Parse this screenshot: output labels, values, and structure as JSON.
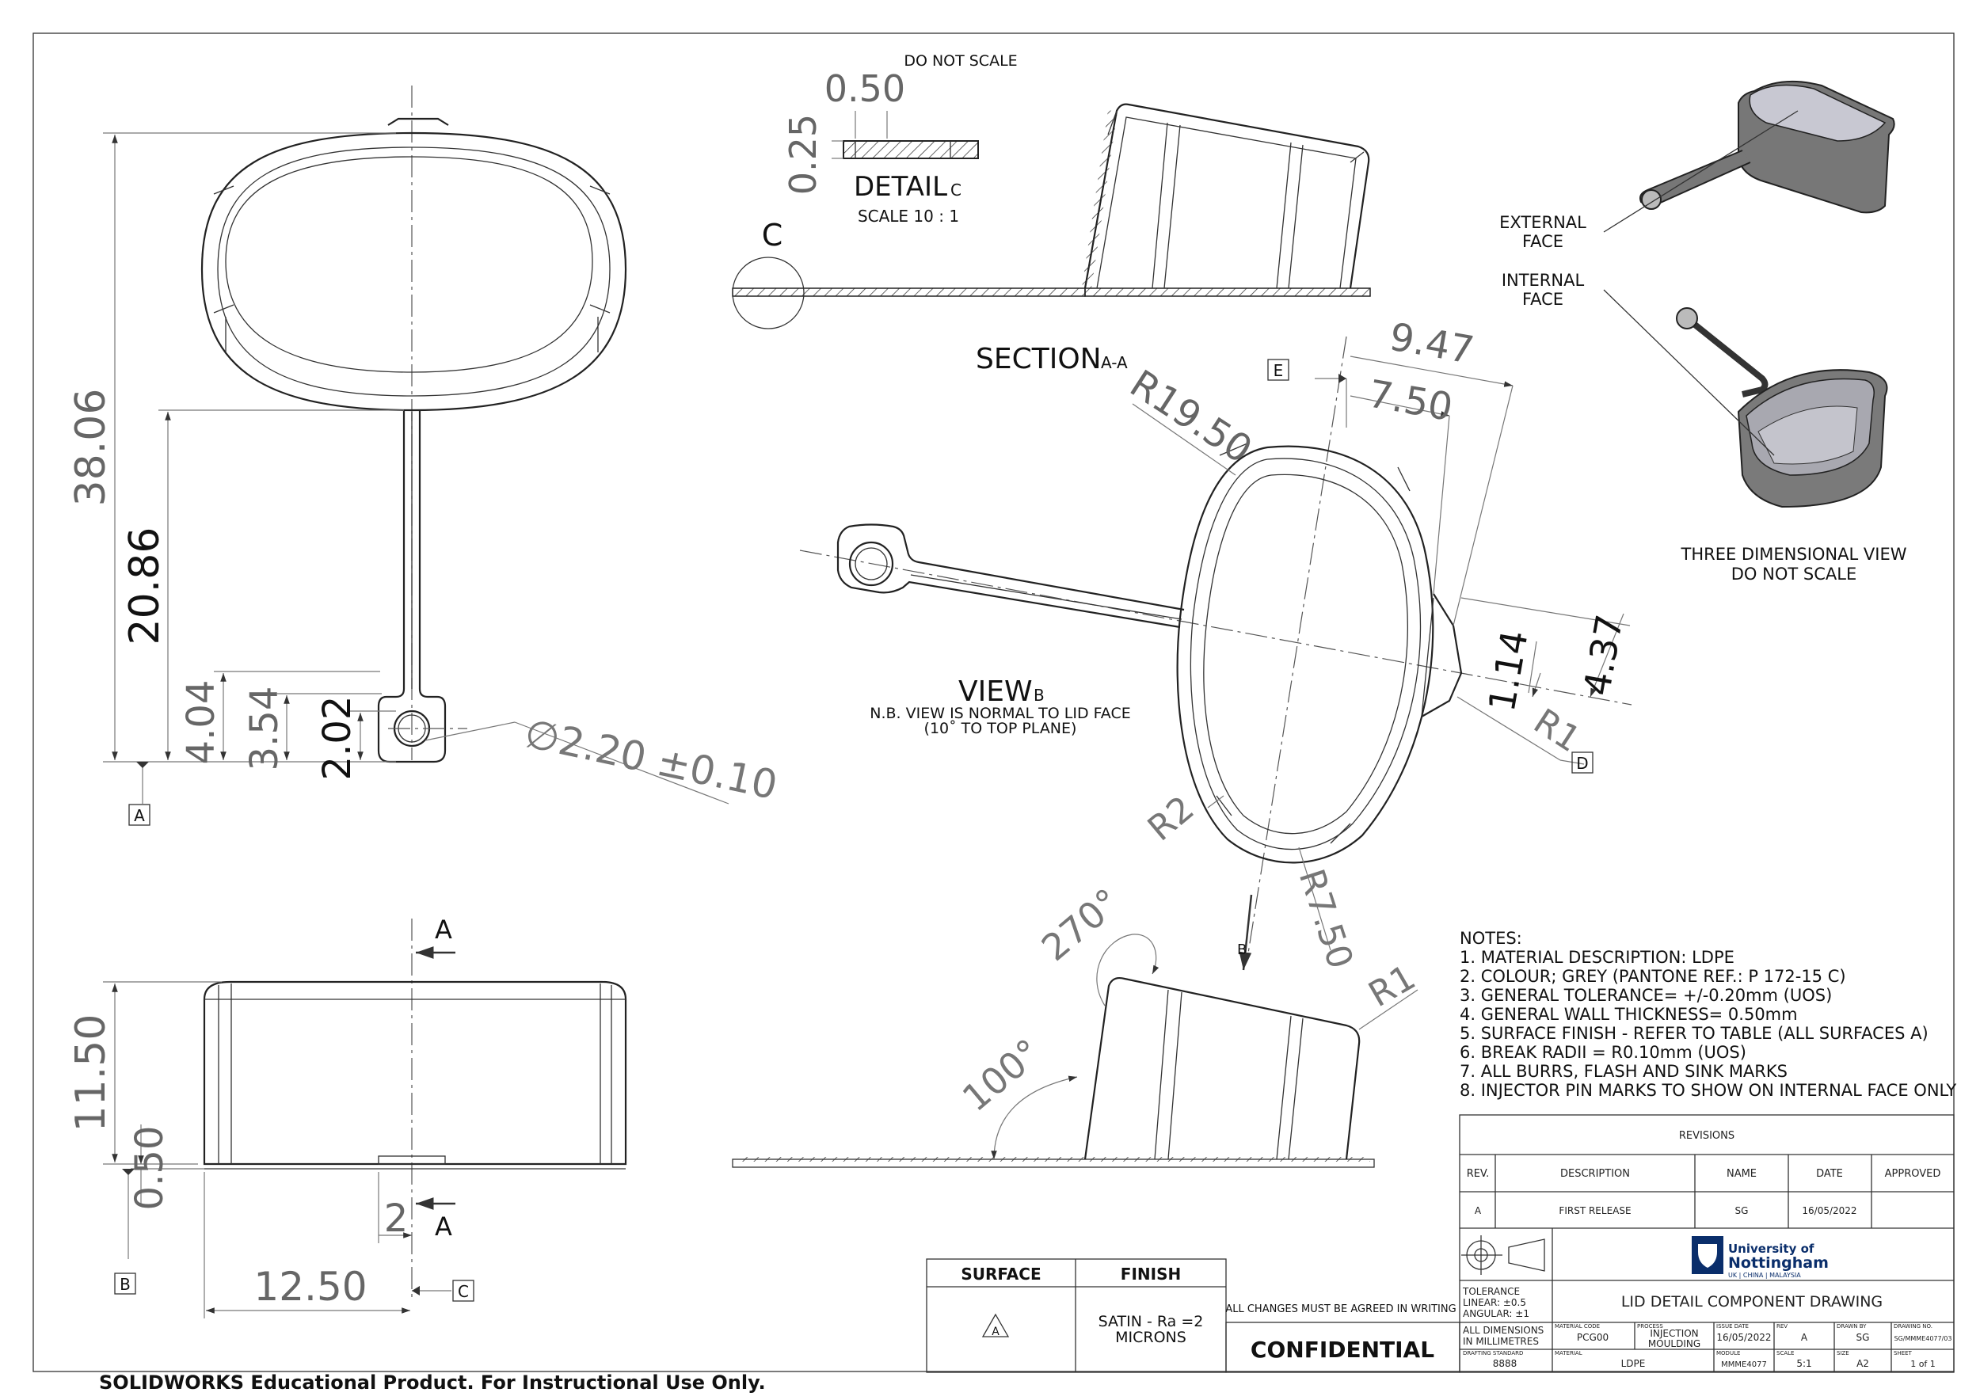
{
  "header": {
    "do_not_scale": "DO NOT SCALE"
  },
  "detail": {
    "label": "DETAIL",
    "letter": "C",
    "scale": "SCALE 10 : 1",
    "dim_width": "0.50",
    "dim_height": "0.25",
    "callout": "C"
  },
  "section": {
    "label": "SECTION",
    "letters": "A-A"
  },
  "view_b": {
    "label": "VIEW",
    "letter": "B",
    "note1": "N.B. VIEW IS NORMAL TO LID FACE",
    "note2": "(10˚ TO TOP PLANE)"
  },
  "dims": {
    "d_38_06": "38.06",
    "d_20_86": "20.86",
    "d_4_04": "4.04",
    "d_3_54": "3.54",
    "d_2_02": "2.02",
    "d_dia": "∅2.20 ±0.10",
    "d_11_50": "11.50",
    "d_0_50": "0.50",
    "d_2": "2",
    "d_12_50": "12.50",
    "d_9_47": "9.47",
    "d_7_50": "7.50",
    "d_r19_50": "R19.50",
    "d_1_14": "1.14",
    "d_4_37": "4.37",
    "d_r1a": "R1",
    "d_r2": "R2",
    "d_r7_50": "R7.50",
    "d_r1b": "R1",
    "d_270": "270°",
    "d_100": "100°"
  },
  "datums": {
    "a": "A",
    "b": "B",
    "c": "C",
    "d": "D",
    "e": "E"
  },
  "section_arrows": {
    "a_top": "A",
    "a_bottom": "A",
    "b": "B"
  },
  "iso": {
    "external": [
      "EXTERNAL",
      "FACE"
    ],
    "internal": [
      "INTERNAL",
      "FACE"
    ],
    "caption1": "THREE DIMENSIONAL VIEW",
    "caption2": "DO NOT SCALE"
  },
  "notes": {
    "title": "NOTES:",
    "items": [
      "1.   MATERIAL DESCRIPTION: LDPE",
      "2.   COLOUR; GREY (PANTONE REF.: P 172-15 C)",
      "3.   GENERAL TOLERANCE= +/-0.20mm (UOS)",
      "4.   GENERAL WALL THICKNESS= 0.50mm",
      "5.   SURFACE FINISH - REFER TO TABLE (ALL SURFACES A)",
      "6.   BREAK RADII = R0.10mm (UOS)",
      "7.   ALL BURRS, FLASH AND SINK MARKS",
      "8.   INJECTOR PIN MARKS TO SHOW ON INTERNAL FACE ONLY"
    ]
  },
  "finish_table": {
    "h_surface": "SURFACE",
    "h_finish": "FINISH",
    "symbol": "A",
    "finish1": "SATIN - Ra =2",
    "finish2": "MICRONS"
  },
  "confidential": {
    "note": "ALL CHANGES MUST BE AGREED IN WRITING",
    "label": "CONFIDENTIAL"
  },
  "revisions": {
    "title": "REVISIONS",
    "headers": [
      "REV.",
      "DESCRIPTION",
      "NAME",
      "DATE",
      "APPROVED"
    ],
    "row": [
      "A",
      "FIRST RELEASE",
      "SG",
      "16/05/2022",
      ""
    ]
  },
  "title_block": {
    "university1": "University of",
    "university2": "Nottingham",
    "university3": "UK | CHINA | MALAYSIA",
    "tolerance": "TOLERANCE",
    "linear": "LINEAR: ±0.5",
    "angular": "ANGULAR: ±1",
    "drawing_title": "LID DETAIL COMPONENT DRAWING",
    "all_dims1": "ALL DIMENSIONS",
    "all_dims2": "IN MILLIMETRES",
    "material_code_lbl": "MATERIAL CODE",
    "material_code": "PCG00",
    "process_lbl": "PROCESS",
    "process1": "INJECTION",
    "process2": "MOULDING",
    "issue_date_lbl": "ISSUE DATE",
    "issue_date": "16/05/2022",
    "rev_lbl": "REV",
    "rev": "A",
    "drawn_by_lbl": "DRAWN BY",
    "drawn_by": "SG",
    "drawing_no_lbl": "DRAWING NO.",
    "drawing_no": "SG/MMME4077/03",
    "drafting_std_lbl": "DRAFTING STANDARD",
    "drafting_std": "8888",
    "material_lbl": "MATERIAL",
    "material": "LDPE",
    "module_lbl": "MODULE",
    "module": "MMME4077",
    "scale_lbl": "SCALE",
    "scale": "5:1",
    "size_lbl": "SIZE",
    "size": "A2",
    "sheet_lbl": "SHEET",
    "sheet": "1 of 1"
  },
  "footer": "SOLIDWORKS Educational Product. For Instructional Use Only."
}
